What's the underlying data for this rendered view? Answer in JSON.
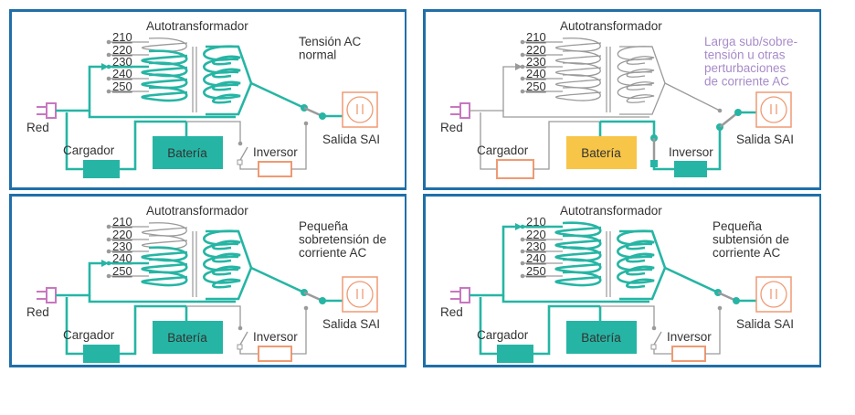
{
  "colors": {
    "active": "#26b5a4",
    "inactive": "#9a9a9a",
    "border": "#1f6fa8",
    "plug": "#c777c0",
    "outlet": "#ef9a73",
    "battery_warn": "#f7c548",
    "note_purple": "#a78bc9"
  },
  "panels": [
    {
      "id": "normal",
      "title": "Autotransformador",
      "taps": [
        "210",
        "220",
        "230",
        "240",
        "250"
      ],
      "active_tap": "230",
      "note": [
        "Tensión AC",
        "normal"
      ],
      "note_color": "#333333",
      "labels": {
        "red": "Red",
        "charger": "Cargador",
        "battery": "Batería",
        "inverter": "Inversor",
        "output": "Salida SAI"
      },
      "mode": "line"
    },
    {
      "id": "disturbance",
      "title": "Autotransformador",
      "taps": [
        "210",
        "220",
        "230",
        "240",
        "250"
      ],
      "active_tap": "none",
      "note": [
        "Larga sub/sobre-",
        "tensión u otras",
        "perturbaciones",
        "de corriente AC"
      ],
      "note_color": "#a78bc9",
      "labels": {
        "red": "Red",
        "charger": "Cargador",
        "battery": "Batería",
        "inverter": "Inversor",
        "output": "Salida SAI"
      },
      "mode": "battery"
    },
    {
      "id": "overvoltage",
      "title": "Autotransformador",
      "taps": [
        "210",
        "220",
        "230",
        "240",
        "250"
      ],
      "active_tap": "240",
      "note": [
        "Pequeña",
        "sobretensión de",
        "corriente AC"
      ],
      "note_color": "#333333",
      "labels": {
        "red": "Red",
        "charger": "Cargador",
        "battery": "Batería",
        "inverter": "Inversor",
        "output": "Salida SAI"
      },
      "mode": "line"
    },
    {
      "id": "undervoltage",
      "title": "Autotransformador",
      "taps": [
        "210",
        "220",
        "230",
        "240",
        "250"
      ],
      "active_tap": "210",
      "note": [
        "Pequeña",
        "subtensión de",
        "corriente AC"
      ],
      "note_color": "#333333",
      "labels": {
        "red": "Red",
        "charger": "Cargador",
        "battery": "Batería",
        "inverter": "Inversor",
        "output": "Salida SAI"
      },
      "mode": "line"
    }
  ]
}
